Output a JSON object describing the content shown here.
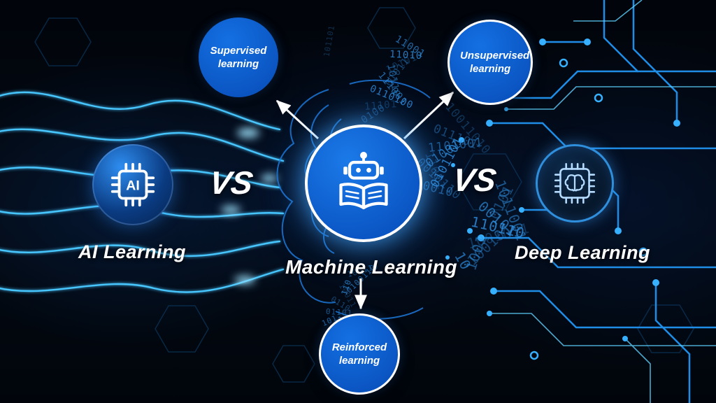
{
  "colors": {
    "bubble_blue": "#0b62d6",
    "circuit_blue": "#1f8de6",
    "glow_cyan": "#46c6ff",
    "arrow_white": "#ffffff",
    "background": "#02060c"
  },
  "nodes": {
    "ai": {
      "label": "AI Learning",
      "chip_text": "AI",
      "icon": "ai-chip-icon"
    },
    "ml": {
      "label": "Machine Learning",
      "icon": "robot-reading-book-icon"
    },
    "dl": {
      "label": "Deep Learning",
      "icon": "brain-chip-icon"
    }
  },
  "vs": {
    "left": "VS",
    "right": "VS"
  },
  "branches": {
    "supervised": {
      "label": "Supervised learning"
    },
    "unsupervised": {
      "label": "Unsupervised learning"
    },
    "reinforced": {
      "label": "Reinforced learning"
    }
  },
  "decor": {
    "binary_strings": [
      "101101",
      "0100",
      "110010",
      "10",
      "011011",
      "11101",
      "0010110",
      "1001",
      "101",
      "0110100",
      "11011",
      "100101",
      "01101",
      "111001",
      "0101101",
      "1001011",
      "0110",
      "10110",
      "01001",
      "110110",
      "10011",
      "01011",
      "1101001",
      "00101",
      "110",
      "10101",
      "011101",
      "1011001",
      "0100110",
      "11010",
      "10011010",
      "0101",
      "100110",
      "11001"
    ]
  }
}
